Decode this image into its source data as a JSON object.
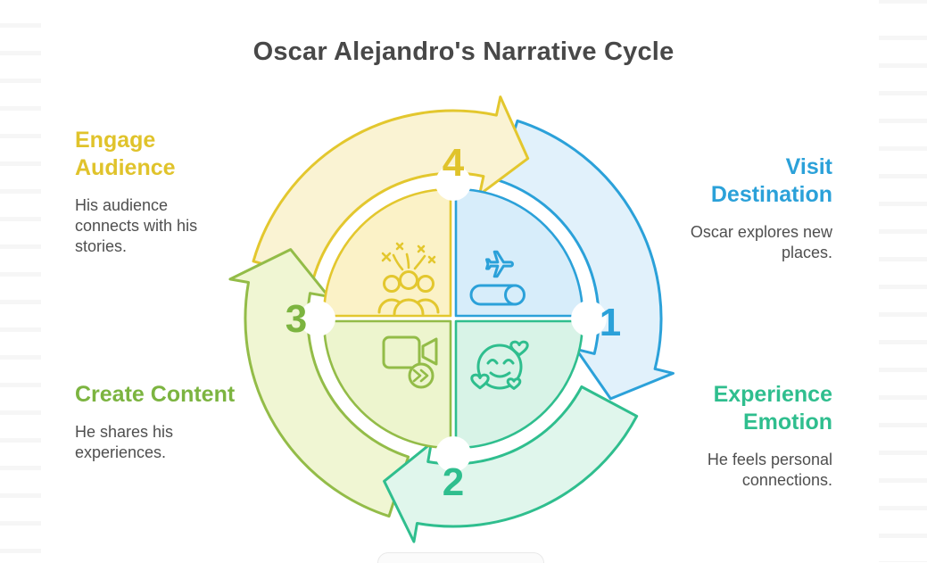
{
  "title": "Oscar Alejandro's Narrative Cycle",
  "steps": [
    {
      "number": "1",
      "label": "Visit Destination",
      "description": "Oscar explores new places.",
      "icon": "airplane-mode-icon",
      "color": "#2BA1D9"
    },
    {
      "number": "2",
      "label": "Experience Emotion",
      "description": "He feels personal connections.",
      "icon": "smiling-face-hearts-icon",
      "color": "#2FBE8E"
    },
    {
      "number": "3",
      "label": "Create Content",
      "description": "He shares his experiences.",
      "icon": "video-camera-icon",
      "color": "#7CB440"
    },
    {
      "number": "4",
      "label": "Engage Audience",
      "description": "His audience connects with his stories.",
      "icon": "audience-celebration-icon",
      "color": "#E0C32B"
    }
  ],
  "palette": {
    "blue": "#2BA1D9",
    "blue_fill": "#E1F1FB",
    "blue_quad": "#D7EDFA",
    "teal": "#2FBE8E",
    "teal_fill": "#E0F6EC",
    "teal_quad": "#D8F3E7",
    "green": "#93BC48",
    "green_text": "#7CB440",
    "green_fill": "#F0F6D3",
    "green_quad": "#EDF5CE",
    "yellow": "#E3C72E",
    "yellow_text": "#E0C32B",
    "yellow_fill": "#FAF3D3",
    "yellow_quad": "#FBF2C7",
    "title_text": "#484848",
    "body_text": "#4F4F4F",
    "rule_line": "#F6F6F6",
    "card_border": "#E9E9E9"
  }
}
